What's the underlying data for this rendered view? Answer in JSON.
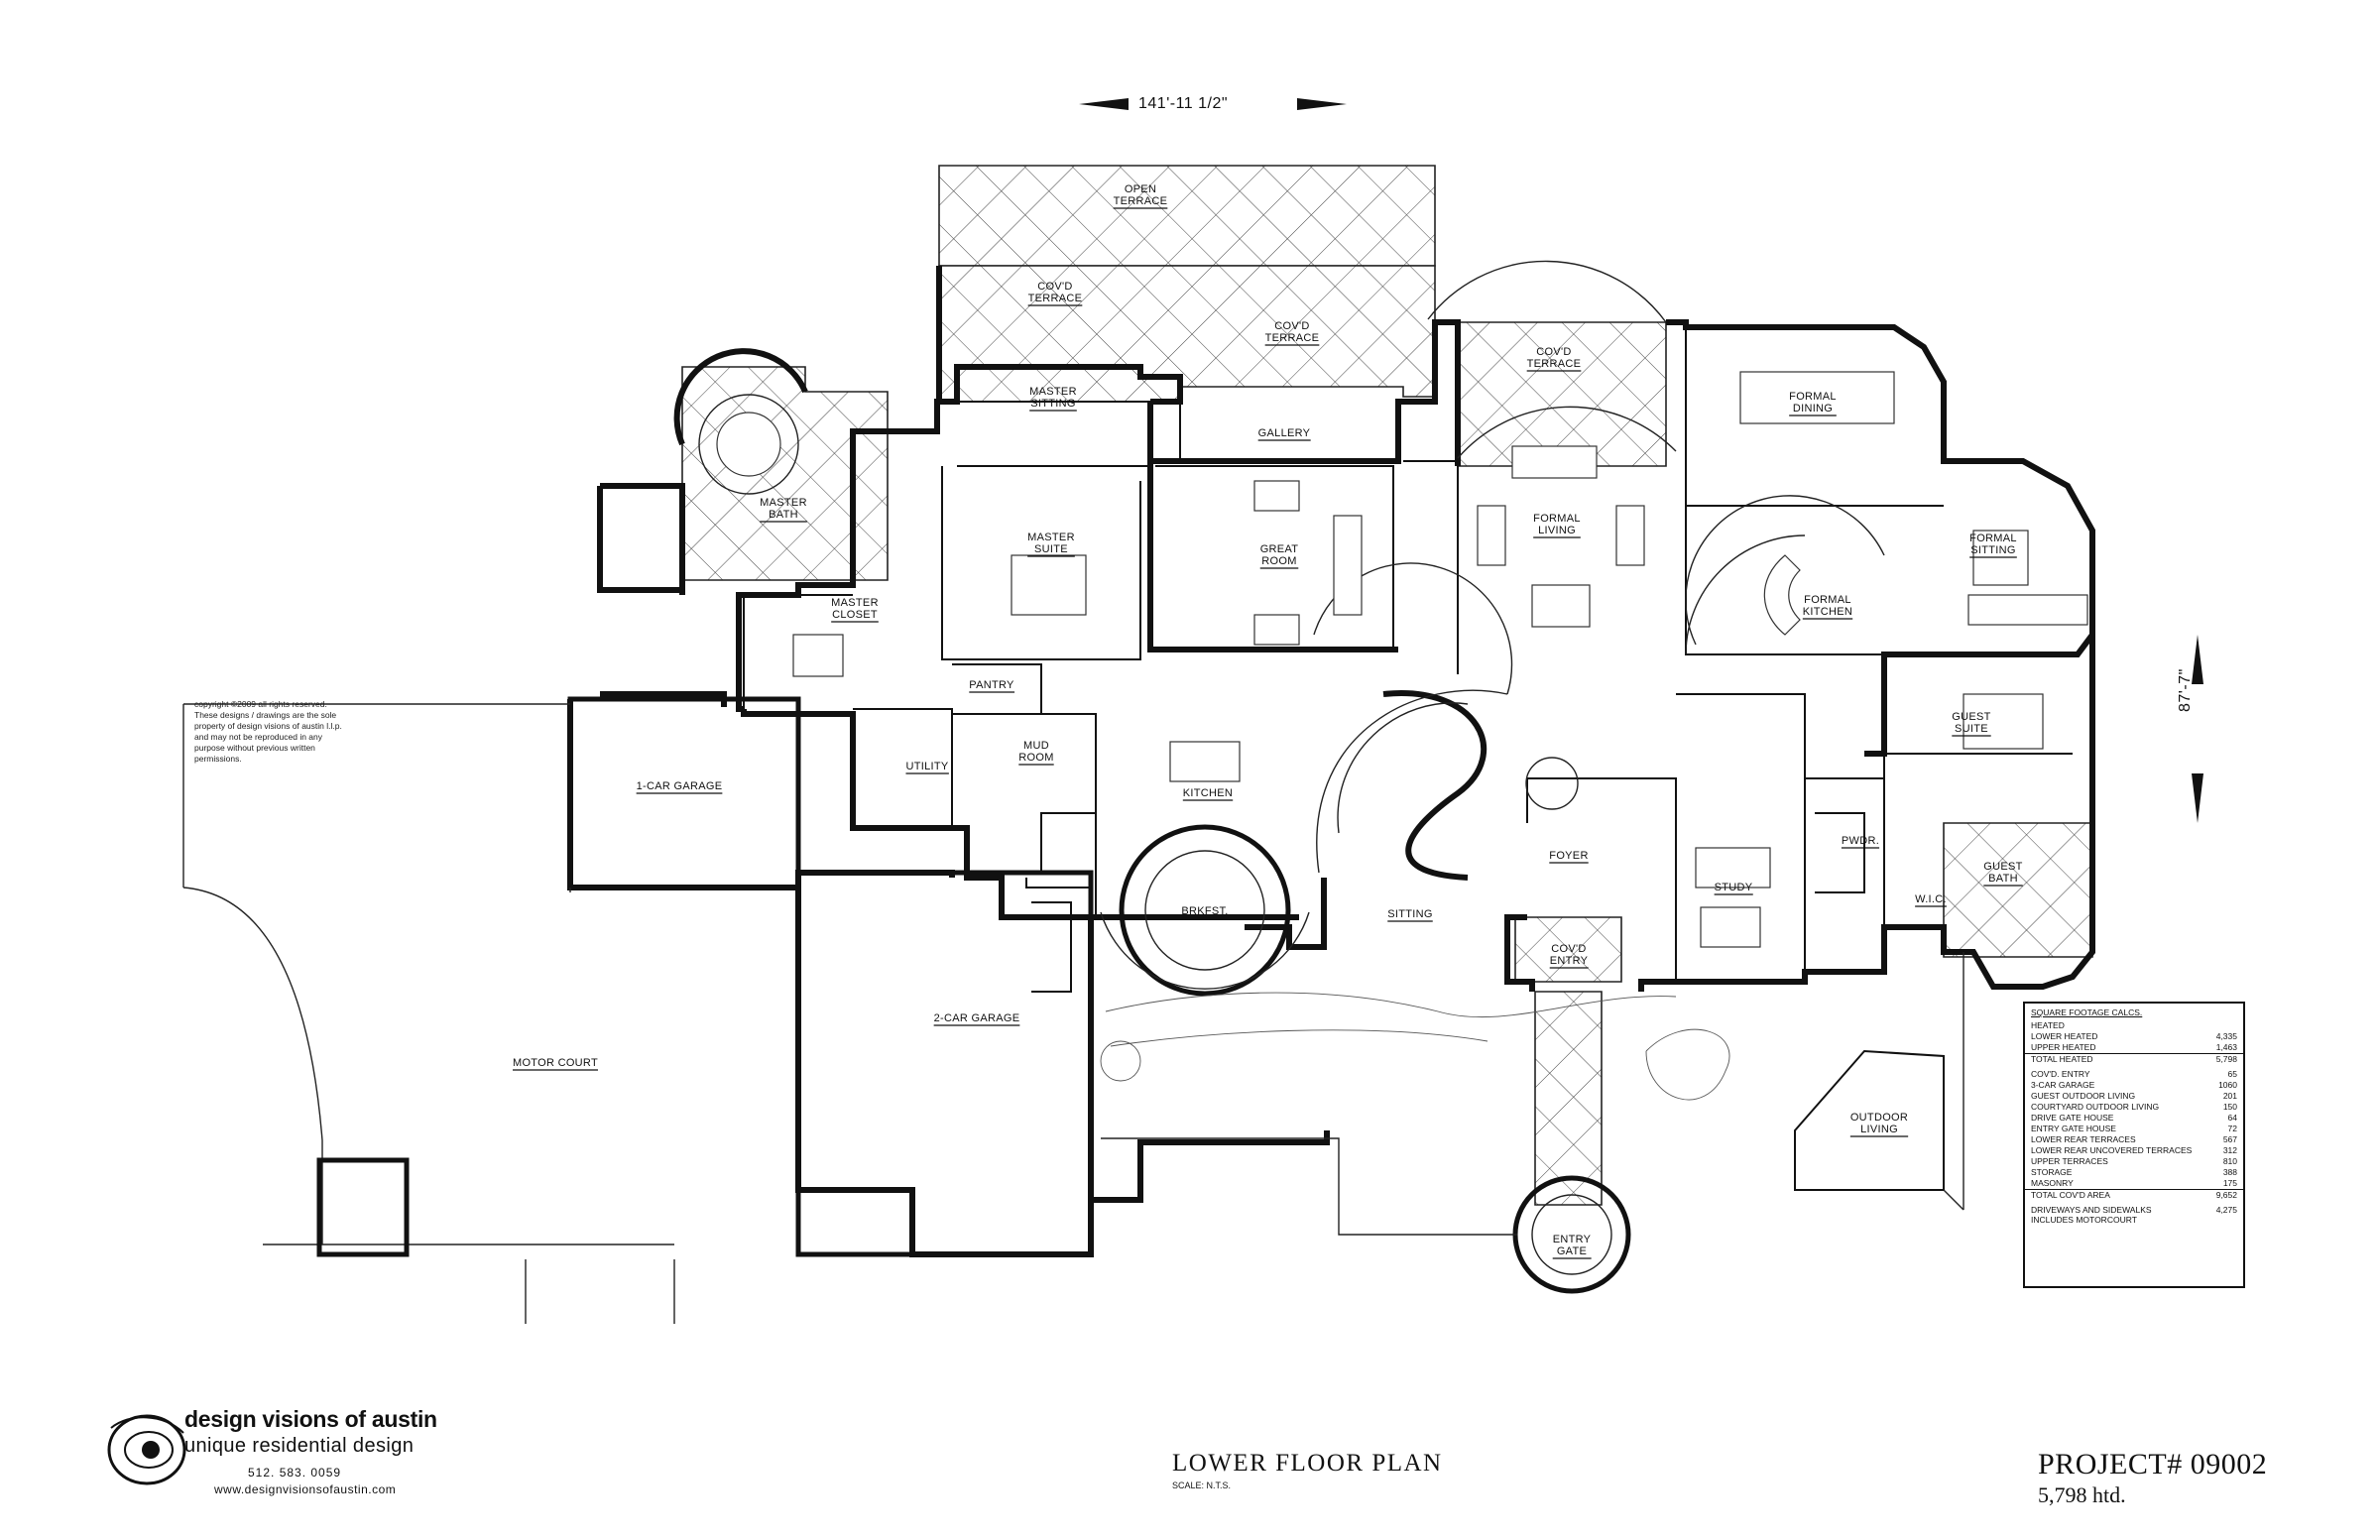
{
  "dimensions": {
    "width": "141'-11 1/2\"",
    "depth": "87'-7\""
  },
  "rooms": {
    "open_terrace": [
      "OPEN",
      "TERRACE"
    ],
    "covd_terrace_1": [
      "COV'D",
      "TERRACE"
    ],
    "covd_terrace_2": [
      "COV'D",
      "TERRACE"
    ],
    "covd_terrace_3": [
      "COV'D",
      "TERRACE"
    ],
    "master_sitting": [
      "MASTER",
      "SITTING"
    ],
    "gallery": "GALLERY",
    "master_bath": [
      "MASTER",
      "BATH"
    ],
    "master_suite": [
      "MASTER",
      "SUITE"
    ],
    "great_room": [
      "GREAT",
      "ROOM"
    ],
    "formal_living": [
      "FORMAL",
      "LIVING"
    ],
    "formal_dining": [
      "FORMAL",
      "DINING"
    ],
    "formal_sitting": [
      "FORMAL",
      "SITTING"
    ],
    "formal_kitchen": [
      "FORMAL",
      "KITCHEN"
    ],
    "master_closet": [
      "MASTER",
      "CLOSET"
    ],
    "pantry": "PANTRY",
    "utility": "UTILITY",
    "mud_room": [
      "MUD",
      "ROOM"
    ],
    "kitchen": "KITCHEN",
    "one_car_garage": "1-CAR GARAGE",
    "guest_suite": [
      "GUEST",
      "SUITE"
    ],
    "foyer": "FOYER",
    "study": "STUDY",
    "pwdr": "PWDR.",
    "wic": "W.I.C.",
    "guest_bath": [
      "GUEST",
      "BATH"
    ],
    "brkfst": "BRKFST.",
    "sitting": "SITTING",
    "covd_entry": [
      "COV'D",
      "ENTRY"
    ],
    "two_car_garage": "2-CAR GARAGE",
    "motor_court": "MOTOR COURT",
    "outdoor_living": [
      "OUTDOOR",
      "LIVING"
    ],
    "entry_gate": [
      "ENTRY",
      "GATE"
    ]
  },
  "copyright": "copyright ©2009 all rights reserved. These designs / drawings are the sole property of design visions of austin l.l.p. and may not be reproduced in any purpose without previous written permissions.",
  "square_footage": {
    "title": "SQUARE FOOTAGE CALCS.",
    "heated_label": "HEATED",
    "heated": [
      {
        "label": "LOWER HEATED",
        "value": "4,335"
      },
      {
        "label": "UPPER HEATED",
        "value": "1,463"
      }
    ],
    "total_heated": {
      "label": "TOTAL HEATED",
      "value": "5,798"
    },
    "covered": [
      {
        "label": "COV'D. ENTRY",
        "value": "65"
      },
      {
        "label": "3-CAR GARAGE",
        "value": "1060"
      },
      {
        "label": "GUEST OUTDOOR LIVING",
        "value": "201"
      },
      {
        "label": "COURTYARD OUTDOOR LIVING",
        "value": "150"
      },
      {
        "label": "DRIVE GATE HOUSE",
        "value": "64"
      },
      {
        "label": "ENTRY GATE HOUSE",
        "value": "72"
      },
      {
        "label": "LOWER REAR TERRACES",
        "value": "567"
      },
      {
        "label": "LOWER REAR UNCOVERED TERRACES",
        "value": "312"
      },
      {
        "label": "UPPER TERRACES",
        "value": "810"
      },
      {
        "label": "STORAGE",
        "value": "388"
      },
      {
        "label": "MASONRY",
        "value": "175"
      }
    ],
    "total_covd": {
      "label": "TOTAL COV'D AREA",
      "value": "9,652"
    },
    "driveways": {
      "label": "DRIVEWAYS AND SIDEWALKS INCLUDES MOTORCOURT",
      "value": "4,275"
    }
  },
  "brand": {
    "name": "design visions of austin",
    "tagline": "unique residential design",
    "phone": "512. 583. 0059",
    "url": "www.designvisionsofaustin.com"
  },
  "title_block": {
    "title": "LOWER FLOOR PLAN",
    "scale": "SCALE: N.T.S.",
    "project": "PROJECT# 09002",
    "heated_total": "5,798 htd."
  }
}
